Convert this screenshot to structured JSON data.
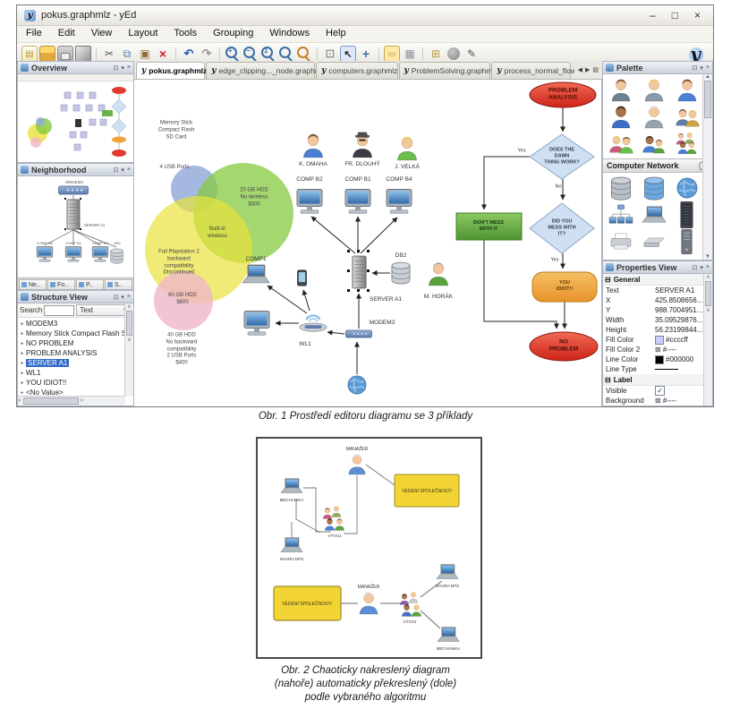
{
  "window": {
    "title": "pokus.graphmlz - yEd",
    "minimize": "–",
    "maximize": "□",
    "close": "×"
  },
  "menubar": {
    "items": [
      "File",
      "Edit",
      "View",
      "Layout",
      "Tools",
      "Grouping",
      "Windows",
      "Help"
    ]
  },
  "toolbar": {
    "icons": [
      "new-document",
      "open-file",
      "save",
      "export-cube",
      "cut",
      "copy",
      "paste",
      "delete",
      "undo",
      "redo",
      "zoom-in",
      "zoom-out",
      "zoom-actual-size",
      "zoom-tool",
      "zoom-to-selection",
      "fit-content",
      "edit-mode-pointer",
      "move-viewport",
      "port-tool",
      "grid",
      "snap-lines",
      "magnifier-blob",
      "edit-pencil",
      "yed-logo"
    ],
    "zoom_plus": "+",
    "zoom_minus": "−",
    "zoom_one": "1",
    "logo_glyph": "y"
  },
  "tabbar": {
    "tabs": [
      {
        "label": "pokus.graphmlz"
      },
      {
        "label": "edge_clipping..._node.graphmlz"
      },
      {
        "label": "computers.graphmlz *"
      },
      {
        "label": "ProblemSolving.graphmlz"
      },
      {
        "label": "process_normal_flow.g"
      }
    ],
    "close_glyph": "×",
    "scroll_left": "◀",
    "scroll_right": "▶",
    "list_icon": "▤"
  },
  "panel_icons": {
    "float": "⊡",
    "pin": "▾",
    "close": "×"
  },
  "overview": {
    "title": "Overview"
  },
  "neighborhood": {
    "title": "Neighborhood",
    "labels": {
      "modem": "MODEM3",
      "server": "SERVER A1",
      "comp_b2": "COMP B2",
      "comp_b1": "COMP B1",
      "comp_b4": "COMP B4",
      "db": "DB2"
    }
  },
  "dock_tabs": {
    "items": [
      "Ne..",
      "Fo..",
      "P..",
      "S.."
    ]
  },
  "structure": {
    "title": "Structure View",
    "search_label": "Search",
    "filter_value": "Text",
    "dropdown_arrow": "∨",
    "items": [
      "MODEM3",
      "Memory Stick Compact Flash SD",
      "NO PROBLEM",
      "PROBLEM ANALYSIS",
      "SERVER A1",
      "WL1",
      "YOU IDIOT!!",
      "<No Value>"
    ]
  },
  "palette": {
    "title": "Palette",
    "section": "Computer Network",
    "section_button": "⌃"
  },
  "properties": {
    "title": "Properties View",
    "collapse_glyph": "⊟",
    "group_general": "General",
    "group_label": "Label",
    "no_color_glyph": "⊠",
    "rows": {
      "text": {
        "label": "Text",
        "value": "SERVER A1"
      },
      "x": {
        "label": "X",
        "value": "425.8508656..."
      },
      "y": {
        "label": "Y",
        "value": "988.7004951..."
      },
      "width": {
        "label": "Width",
        "value": "35.09529876..."
      },
      "height": {
        "label": "Height",
        "value": "56.23199844..."
      },
      "fill_color": {
        "label": "Fill Color",
        "value": "#ccccff"
      },
      "fill_color2": {
        "label": "Fill Color 2",
        "value": "#----"
      },
      "line_color": {
        "label": "Line Color",
        "value": "#000000"
      },
      "line_type": {
        "label": "Line Type",
        "value": ""
      },
      "visible": {
        "label": "Visible",
        "check": "✓"
      },
      "background": {
        "label": "Background",
        "value": "#----"
      }
    }
  },
  "canvas": {
    "venn": {
      "memory": "Memory Stick\nCompact Flash\nSD Card",
      "usb": "4 USB Ports",
      "hdd20": "20 GB HDD\nNo wireless\n$300",
      "builtin": "Built-in\nwireless",
      "ps2": "Full Playstation 2\nbackward\ncompatibility\nDiscontinued",
      "hdd60": "60 GB HDD\n$600",
      "hdd40": "40 GB HDD\nNo backward\ncompatibility\n2 USB Ports\n$400"
    },
    "network": {
      "omaha": "K. OMAHA",
      "dlouhy": "FR. DLOUHÝ",
      "velka": "J. VELKÁ",
      "comp_b2": "COMP B2",
      "comp_b1": "COMP B1",
      "comp_b4": "COMP B4",
      "comp1": "COMP1",
      "db2": "DB2",
      "server": "SERVER A1",
      "horak": "M. HORÁK",
      "wl1": "WL1",
      "modem": "MODEM3"
    },
    "flow": {
      "start": "PROBLEM\nANALYSIS",
      "q1": "DOES THE DAMN\nTHING WORK?",
      "yes1": "Yes",
      "no1": "No",
      "dont": "DON'T MESS\nWITH IT",
      "q2": "DID YOU\nMESS WITH\nIT?",
      "yes2": "Yes",
      "idiot": "YOU\nIDIOT!!",
      "end": "NO\nPROBLEM"
    }
  },
  "figure2": {
    "top": {
      "manager": "MANAŽER",
      "board": "VEDENÍ SPOLEČNOSTI",
      "laptop1": "MECHANIKA",
      "group": "VÝVOJ",
      "laptop2": "NÁVRH DPS"
    },
    "bottom": {
      "board": "VEDENÍ SPOLEČNOSTI",
      "manager": "MANAŽER",
      "group": "VÝVOJ",
      "laptop1": "NÁVRH DPS",
      "laptop2": "MECHANIKA"
    }
  },
  "captions": {
    "fig1": "Obr. 1  Prostředí editoru diagramu se 3 příklady",
    "fig2": "Obr. 2  Chaoticky nakreslený diagram\n(nahoře) automaticky překreslený (dole)\npodle vybraného algoritmu"
  },
  "colors": {
    "venn_blue": "#8fa8d8",
    "venn_green": "#86c940",
    "venn_yellow": "#e8e23c",
    "venn_pink": "#f0b6c9",
    "flow_red": "#e23b2e",
    "flow_blue": "#cfe0f2",
    "flow_green": "#6ab04c",
    "flow_orange": "#f0a33a",
    "selection_blue": "#316ac5",
    "swatch_lavender": "#ccccff",
    "swatch_black": "#000000",
    "board_yellow": "#f2d435"
  }
}
